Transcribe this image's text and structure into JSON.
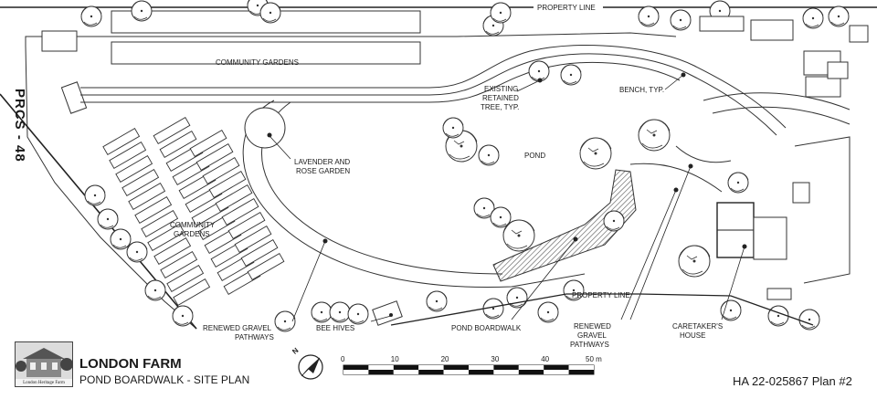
{
  "labels": {
    "property_line_top": "PROPERTY LINE",
    "property_line_mid": "PROPERTY LINE",
    "community_gardens_top": "COMMUNITY GARDENS",
    "community_gardens_left_1": "COMMUNITY",
    "community_gardens_left_2": "GARDENS",
    "lavender_1": "LAVENDER AND",
    "lavender_2": "ROSE GARDEN",
    "existing_tree_1": "EXISTING",
    "existing_tree_2": "RETAINED",
    "existing_tree_3": "TREE, TYP.",
    "pond": "POND",
    "bench": "BENCH, TYP.",
    "renewed_gravel_left_1": "RENEWED GRAVEL",
    "renewed_gravel_left_2": "PATHWAYS",
    "bee_hives": "BEE HIVES",
    "pond_boardwalk": "POND BOARDWALK",
    "renewed_gravel_right_1": "RENEWED",
    "renewed_gravel_right_2": "GRAVEL",
    "renewed_gravel_right_3": "PATHWAYS",
    "caretaker_1": "CARETAKER'S",
    "caretaker_2": "HOUSE"
  },
  "side_label": "PRCS - 48",
  "north_arrow": "N",
  "scale_bar": {
    "ticks": [
      "0",
      "10",
      "20",
      "30",
      "40",
      "50 m"
    ]
  },
  "title_block": {
    "title": "LONDON FARM",
    "subtitle": "POND BOARDWALK - SITE PLAN",
    "logo_caption": "London Heritage Farm",
    "plan_number": "HA 22-025867 Plan #2"
  }
}
